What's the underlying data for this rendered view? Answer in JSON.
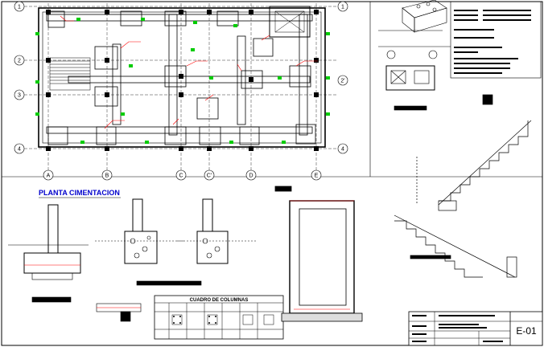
{
  "plan": {
    "title": "PLANTA CIMENTACION",
    "axes_rows": [
      "1",
      "2",
      "3",
      "4"
    ],
    "axes_rows_right": [
      "1",
      "2'",
      "4"
    ],
    "axes_cols": [
      "A",
      "B",
      "C",
      "C'",
      "D",
      "E"
    ]
  },
  "details": {
    "column_schedule_title": "CUADRO DE COLUMNAS"
  },
  "title_block": {
    "sheet_number": "E-01"
  },
  "colors": {
    "line": "#000000",
    "accent_red": "#ff0000",
    "accent_green": "#00cc00",
    "title_blue": "#0000cc"
  }
}
